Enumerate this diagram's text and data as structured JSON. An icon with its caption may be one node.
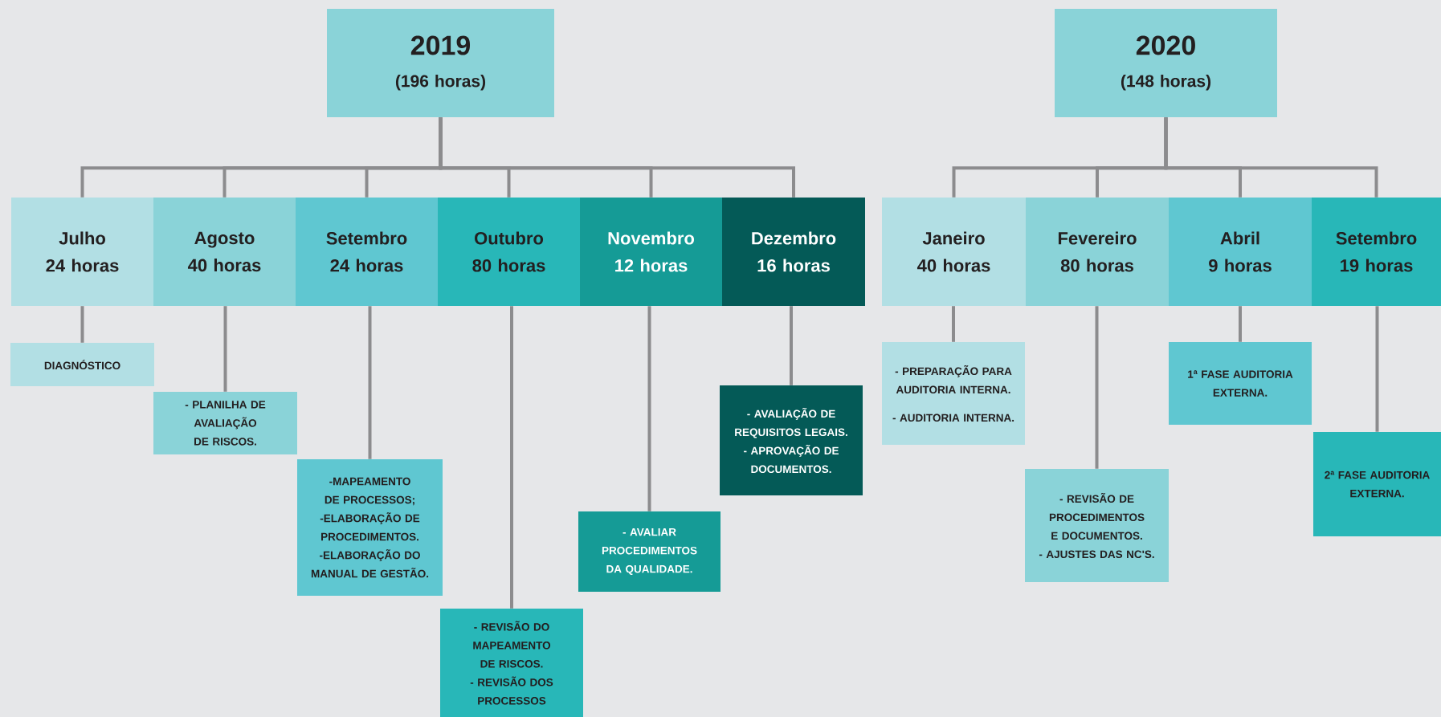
{
  "diagram": {
    "nodes": [
      {
        "text": [
          "2019",
          "(196 horas)"
        ]
      },
      {
        "text": [
          "2020",
          "(148 horas)"
        ]
      },
      {
        "text": [
          "Julho",
          "24 horas"
        ]
      },
      {
        "text": [
          "Agosto",
          "40 horas"
        ]
      },
      {
        "text": [
          "Setembro",
          "24 horas"
        ]
      },
      {
        "text": [
          "Outubro",
          "80 horas"
        ]
      },
      {
        "text": [
          "Novembro",
          "12 horas"
        ]
      },
      {
        "text": [
          "Dezembro",
          "16 horas"
        ]
      },
      {
        "text": [
          "Janeiro",
          "40 horas"
        ]
      },
      {
        "text": [
          "Fevereiro",
          "80 horas"
        ]
      },
      {
        "text": [
          "Abril",
          "9 horas"
        ]
      },
      {
        "text": [
          "Setembro",
          "19 horas"
        ]
      },
      {
        "text": [
          "DIAGNÓSTICO"
        ]
      },
      {
        "text": [
          "- PLANILHA DE AVALIAÇÃO DE RISCOS."
        ]
      },
      {
        "text": [
          "-MAPEAMENTO DE PROCESSOS;",
          "-ELABORAÇÃO DE PROCEDIMENTOS.",
          "-ELABORAÇÃO DO MANUAL DE GESTÃO."
        ]
      },
      {
        "text": [
          "- REVISÃO DO MAPEAMENTO DE RISCOS.",
          "- REVISÃO DOS PROCESSOS"
        ]
      },
      {
        "text": [
          "- AVALIAR PROCEDIMENTOS DA QUALIDADE."
        ]
      },
      {
        "text": [
          "- AVALIAÇÃO DE REQUISITOS LEGAIS.",
          "- APROVAÇÃO DE DOCUMENTOS."
        ]
      },
      {
        "text": [
          "- PREPARAÇÃO PARA AUDITORIA INTERNA.",
          "- AUDITORIA INTERNA."
        ]
      },
      {
        "text": [
          "- REVISÃO DE PROCEDIMENTOS E DOCUMENTOS.",
          "- AJUSTES DAS NC'S."
        ]
      },
      {
        "text": [
          "1ª FASE AUDITORIA EXTERNA."
        ]
      },
      {
        "text": [
          "2ª FASE AUDITORIA EXTERNA."
        ]
      }
    ],
    "edges": [
      {
        "from": 0,
        "to": 2,
        "arrow": "none"
      },
      {
        "from": 0,
        "to": 3,
        "arrow": "none"
      },
      {
        "from": 0,
        "to": 4,
        "arrow": "none"
      },
      {
        "from": 0,
        "to": 5,
        "arrow": "none"
      },
      {
        "from": 0,
        "to": 6,
        "arrow": "none"
      },
      {
        "from": 0,
        "to": 7,
        "arrow": "none"
      },
      {
        "from": 1,
        "to": 8,
        "arrow": "none"
      },
      {
        "from": 1,
        "to": 9,
        "arrow": "none"
      },
      {
        "from": 1,
        "to": 10,
        "arrow": "none"
      },
      {
        "from": 1,
        "to": 11,
        "arrow": "none"
      },
      {
        "from": 2,
        "to": 12,
        "arrow": "none"
      },
      {
        "from": 3,
        "to": 13,
        "arrow": "none"
      },
      {
        "from": 4,
        "to": 14,
        "arrow": "none"
      },
      {
        "from": 5,
        "to": 15,
        "arrow": "none"
      },
      {
        "from": 6,
        "to": 16,
        "arrow": "none"
      },
      {
        "from": 7,
        "to": 17,
        "arrow": "none"
      },
      {
        "from": 8,
        "to": 18,
        "arrow": "none"
      },
      {
        "from": 9,
        "to": 19,
        "arrow": "none"
      },
      {
        "from": 10,
        "to": 20,
        "arrow": "none"
      },
      {
        "from": 11,
        "to": 21,
        "arrow": "none"
      }
    ]
  }
}
